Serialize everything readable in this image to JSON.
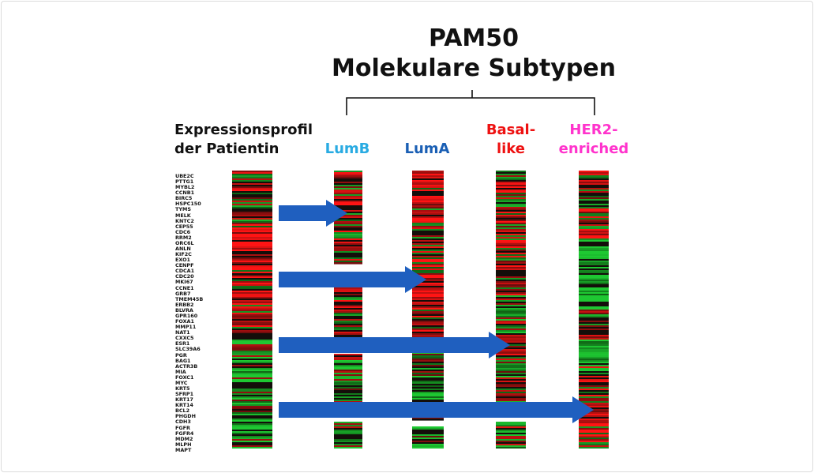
{
  "title": {
    "line1": "PAM50",
    "line2": "Molekulare Subtypen"
  },
  "patient_label": {
    "line1": "Expressionsprofil",
    "line2": "der Patientin"
  },
  "subtypes": [
    {
      "line1": "LumB",
      "line2": "",
      "color": "#29abe2"
    },
    {
      "line1": "LumA",
      "line2": "",
      "color": "#1a5fb4"
    },
    {
      "line1": "Basal-",
      "line2": "like",
      "color": "#ee1111"
    },
    {
      "line1": "HER2-",
      "line2": "enriched",
      "color": "#ff33cc"
    }
  ],
  "genes": [
    "UBE2C",
    "PTTG1",
    "MYBL2",
    "CCNB1",
    "BIRC5",
    "HSPC150",
    "TYMS",
    "MELK",
    "KNTC2",
    "CEP55",
    "CDC6",
    "RRM2",
    "ORC6L",
    "ANLN",
    "KIF2C",
    "EXO1",
    "CENPF",
    "CDCA1",
    "CDC20",
    "MKI67",
    "CCNE1",
    "GRB7",
    "TMEM45B",
    "ERBB2",
    "BLVRA",
    "GPR160",
    "FOXA1",
    "MMP11",
    "NAT1",
    "CXXC5",
    "ESR1",
    "SLC39A6",
    "PGR",
    "BAG1",
    "ACTR3B",
    "MIA",
    "FOXC1",
    "MYC",
    "KRT5",
    "SFRP1",
    "KRT17",
    "KRT14",
    "BCL2",
    "PHGDH",
    "CDH3",
    "FGFR",
    "FGFR4",
    "MDM2",
    "MLPH",
    "MAPT"
  ],
  "colors": {
    "arrow": "#1f5fbf",
    "up": "#ff1a1a",
    "down": "#22bb33",
    "neutral": "#111111"
  }
}
